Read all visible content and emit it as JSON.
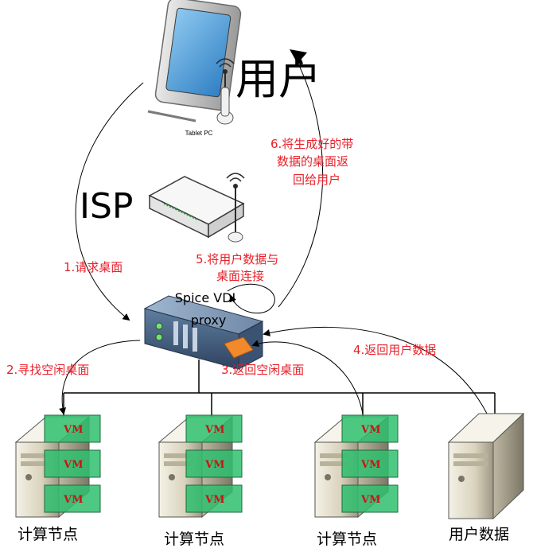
{
  "user_label": "用户",
  "tablet_caption": "Tablet PC",
  "isp_label": "ISP",
  "proxy_label_line1": "Spice VDI",
  "proxy_label_line2": "proxy",
  "vm_label": "VM",
  "steps": {
    "s1": "1.请求桌面",
    "s2": "2.寻找空闲桌面",
    "s3": "3.返回空闲桌面",
    "s4": "4.返回用户数据",
    "s5_line1": "5.将用户数据与",
    "s5_line2": "桌面连接",
    "s6_line1": "6.将生成好的带",
    "s6_line2": "数据的桌面返",
    "s6_line3": "回给用户"
  },
  "nodes": {
    "compute1": "计算节点",
    "compute2": "计算节点",
    "compute3": "计算节点",
    "userdata": "用户数据"
  },
  "colors": {
    "step_text": "#e8202a",
    "vm_box": "#2fbf6f",
    "vm_text": "#c81414"
  }
}
